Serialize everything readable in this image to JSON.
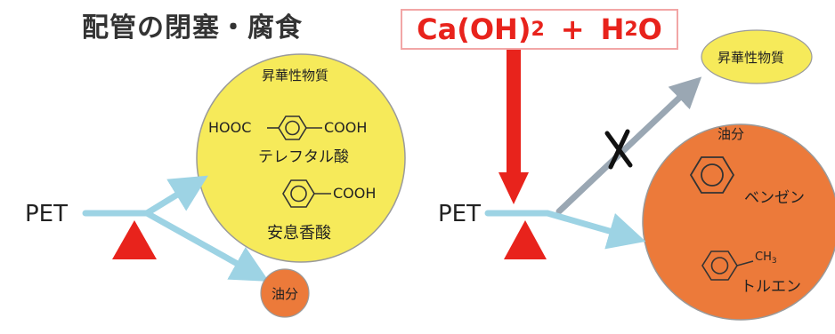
{
  "title": "配管の閉塞・腐食",
  "formula": {
    "part1": "Ca(OH)",
    "sub1": "2",
    "plus": "+",
    "part2": "H",
    "sub2": "2",
    "part3": "O"
  },
  "left": {
    "input_label": "PET",
    "sublimate_label": "昇華性物質",
    "acid1_left": "HOOC",
    "acid1_right": "COOH",
    "acid1_name": "テレフタル酸",
    "acid2_right": "COOH",
    "acid2_name": "安息香酸",
    "oil_label": "油分"
  },
  "right": {
    "input_label": "PET",
    "sublimate_label": "昇華性物質",
    "oil_label": "油分",
    "benzene_name": "ベンゼン",
    "toluene_group": "CH",
    "toluene_group_sub": "3",
    "toluene_name": "トルエン"
  },
  "colors": {
    "yellow": "#f6ea5a",
    "orange": "#ec7a3a",
    "red": "#e8231c",
    "pipe": "#9dd3e4",
    "blocked_arrow": "#9aa7b3"
  }
}
